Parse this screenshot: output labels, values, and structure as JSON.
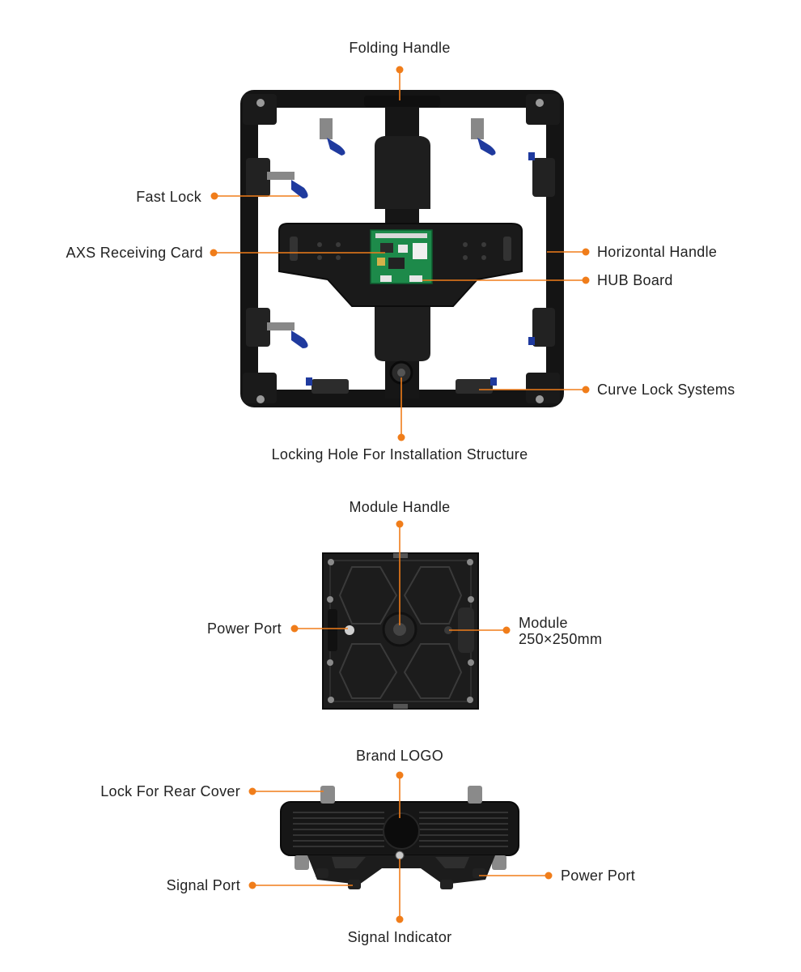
{
  "accent": "#f07d1a",
  "frame_color": "#141414",
  "latch_color": "#1f3a9e",
  "pcb_color": "#1d8a4a",
  "cabinet": {
    "labels": {
      "folding_handle": "Folding Handle",
      "fast_lock": "Fast Lock",
      "axs_receiving_card": "AXS Receiving Card",
      "horizontal_handle": "Horizontal Handle",
      "hub_board": "HUB Board",
      "curve_lock_systems": "Curve Lock Systems",
      "locking_hole": "Locking Hole For Installation Structure"
    }
  },
  "module": {
    "labels": {
      "module_handle": "Module Handle",
      "power_port": "Power Port",
      "module_line1": "Module",
      "module_line2": "250×250mm"
    }
  },
  "box": {
    "labels": {
      "brand_logo": "Brand LOGO",
      "lock_rear_cover": "Lock For Rear Cover",
      "signal_port": "Signal Port",
      "power_port": "Power Port",
      "signal_indicator": "Signal Indicator"
    }
  }
}
